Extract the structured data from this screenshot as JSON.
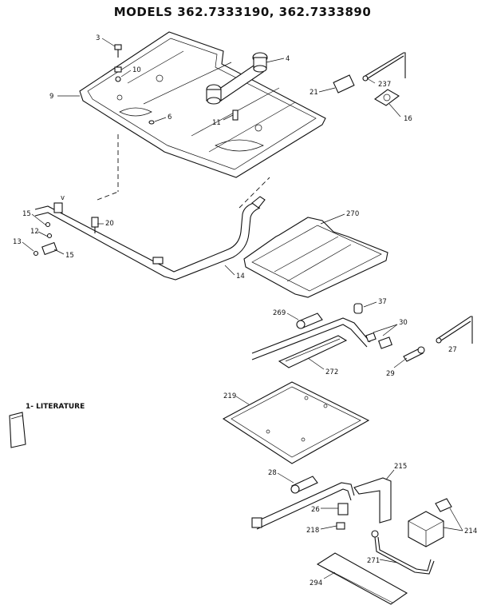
{
  "title": "MODELS 362.7333190, 362.7333890",
  "literature_label": "1- LITERATURE",
  "parts": [
    {
      "id": "p3",
      "label": "3"
    },
    {
      "id": "p4",
      "label": "4"
    },
    {
      "id": "p10",
      "label": "10"
    },
    {
      "id": "p9",
      "label": "9"
    },
    {
      "id": "p6",
      "label": "6"
    },
    {
      "id": "p11",
      "label": "11"
    },
    {
      "id": "p21",
      "label": "21"
    },
    {
      "id": "p237",
      "label": "237"
    },
    {
      "id": "p16",
      "label": "16"
    },
    {
      "id": "pv",
      "label": "v"
    },
    {
      "id": "p15a",
      "label": "15"
    },
    {
      "id": "p20",
      "label": "20"
    },
    {
      "id": "p12",
      "label": "12"
    },
    {
      "id": "p13",
      "label": "13"
    },
    {
      "id": "p15b",
      "label": "15"
    },
    {
      "id": "p14",
      "label": "14"
    },
    {
      "id": "p270",
      "label": "270"
    },
    {
      "id": "p269",
      "label": "269"
    },
    {
      "id": "p37",
      "label": "37"
    },
    {
      "id": "p30",
      "label": "30"
    },
    {
      "id": "p27",
      "label": "27"
    },
    {
      "id": "p272",
      "label": "272"
    },
    {
      "id": "p29",
      "label": "29"
    },
    {
      "id": "p219",
      "label": "219"
    },
    {
      "id": "p28",
      "label": "28"
    },
    {
      "id": "p215",
      "label": "215"
    },
    {
      "id": "p26",
      "label": "26"
    },
    {
      "id": "p218",
      "label": "218"
    },
    {
      "id": "p214",
      "label": "214"
    },
    {
      "id": "p271",
      "label": "271"
    },
    {
      "id": "p294",
      "label": "294"
    }
  ]
}
